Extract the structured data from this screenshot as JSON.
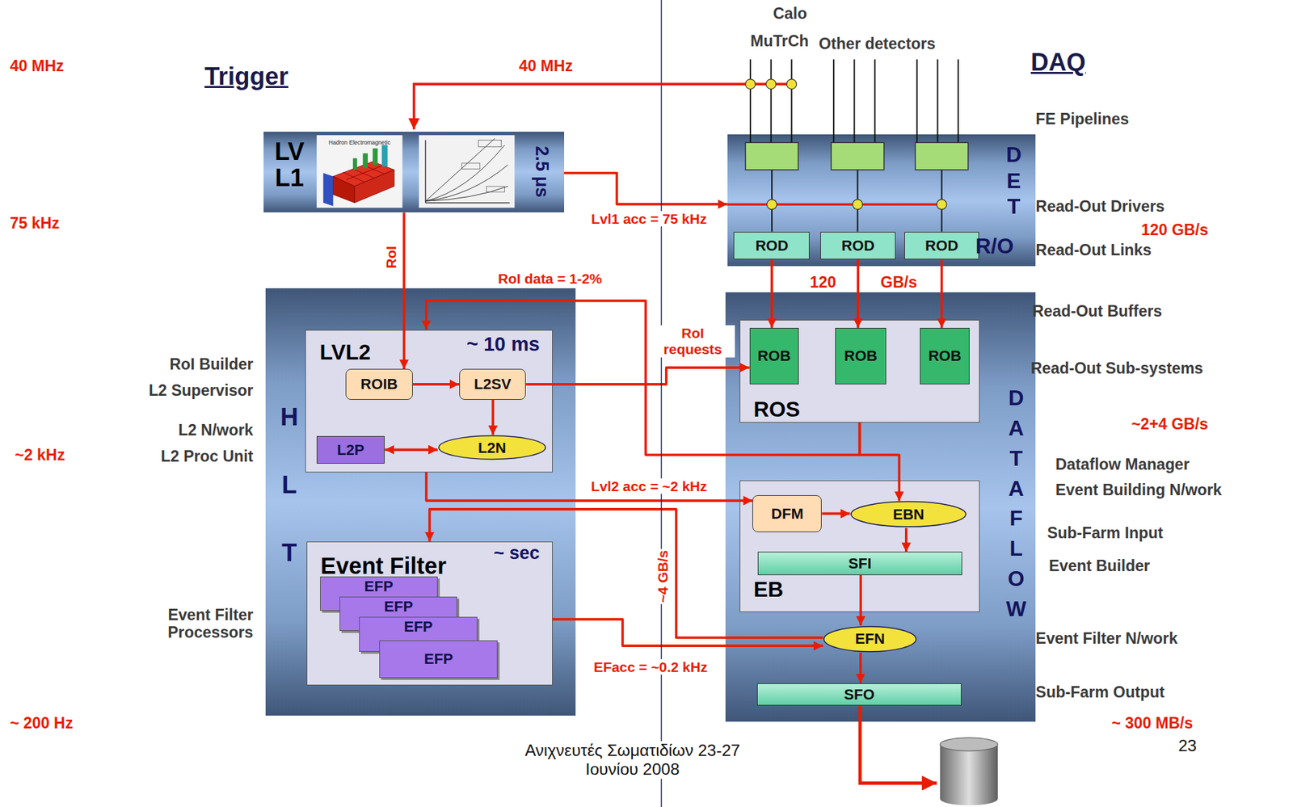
{
  "diagram": {
    "nodes": [
      {
        "text": [
          "LV L1",
          "2.5 μs"
        ]
      },
      {
        "text": [
          "H L T"
        ]
      },
      {
        "text": [
          "LVL2",
          "~ 10 ms"
        ],
        "in": 1
      },
      {
        "text": [
          "ROIB"
        ],
        "in": 2
      },
      {
        "text": [
          "L2SV"
        ],
        "in": 2
      },
      {
        "text": [
          "L2P"
        ],
        "in": 2
      },
      {
        "text": [
          "L2N"
        ],
        "in": 2
      },
      {
        "text": [
          "Event Filter",
          "~ sec"
        ],
        "in": 1
      },
      {
        "text": [
          "EFP"
        ],
        "in": 7
      },
      {
        "text": [
          "EFP"
        ],
        "in": 7
      },
      {
        "text": [
          "EFP"
        ],
        "in": 7
      },
      {
        "text": [
          "EFP"
        ],
        "in": 7
      },
      {
        "text": [
          "D E T",
          "R/O"
        ]
      },
      {
        "text": [
          "ROD"
        ],
        "in": 12
      },
      {
        "text": [
          "ROD"
        ],
        "in": 12
      },
      {
        "text": [
          "ROD"
        ],
        "in": 12
      },
      {
        "text": [
          "D A T A F L O W"
        ]
      },
      {
        "text": [
          "ROS"
        ],
        "in": 16
      },
      {
        "text": [
          "ROB"
        ],
        "in": 17
      },
      {
        "text": [
          "ROB"
        ],
        "in": 17
      },
      {
        "text": [
          "ROB"
        ],
        "in": 17
      },
      {
        "text": [
          "EB"
        ],
        "in": 16
      },
      {
        "text": [
          "DFM"
        ],
        "in": 21
      },
      {
        "text": [
          "EBN"
        ],
        "in": 21
      },
      {
        "text": [
          "SFI"
        ],
        "in": 21
      },
      {
        "text": [
          "EFN"
        ],
        "in": 16
      },
      {
        "text": [
          "SFO"
        ],
        "in": 16
      }
    ],
    "edges": [
      {
        "from": 0,
        "to": 12,
        "arrow": "to",
        "label": "Lvl1 acc = 75 kHz"
      },
      {
        "from": 0,
        "to": 3,
        "arrow": "to",
        "label": "RoI"
      },
      {
        "from": 13,
        "to": 18,
        "arrow": "to"
      },
      {
        "from": 14,
        "to": 19,
        "arrow": "to"
      },
      {
        "from": 15,
        "to": 20,
        "arrow": "to"
      },
      {
        "from": 3,
        "to": 4,
        "arrow": "to"
      },
      {
        "from": 4,
        "to": 6,
        "arrow": "to"
      },
      {
        "from": 5,
        "to": 6,
        "arrow": "both"
      },
      {
        "from": 4,
        "to": 18,
        "arrow": "to",
        "label": "RoI requests"
      },
      {
        "from": 17,
        "to": 2,
        "arrow": "to",
        "label": "RoI data = 1-2%"
      },
      {
        "from": 17,
        "to": 23,
        "arrow": "to"
      },
      {
        "from": 2,
        "to": 22,
        "arrow": "to",
        "label": "Lvl2 acc = ~2 kHz"
      },
      {
        "from": 22,
        "to": 23,
        "arrow": "to"
      },
      {
        "from": 23,
        "to": 24,
        "arrow": "to"
      },
      {
        "from": 24,
        "to": 25,
        "arrow": "to"
      },
      {
        "from": 25,
        "to": 7,
        "arrow": "to",
        "label": "~4 GB/s"
      },
      {
        "from": 7,
        "to": 25,
        "arrow": "to",
        "label": "EFacc = ~0.2 kHz"
      },
      {
        "from": 25,
        "to": 26,
        "arrow": "to"
      }
    ],
    "labels": [
      "40 MHz",
      "Trigger",
      "40 MHz",
      "Calo",
      "MuTrCh",
      "Other detectors",
      "DAQ",
      "FE Pipelines",
      "75 kHz",
      "Read-Out Drivers",
      "120 GB/s",
      "Read-Out Links",
      "120",
      "GB/s",
      "Read-Out Buffers",
      "RoI Builder",
      "L2 Supervisor",
      "Read-Out Sub-systems",
      "L2 N/work",
      "L2 Proc Unit",
      "~2 kHz",
      "~2+4 GB/s",
      "Dataflow Manager",
      "Event Building N/work",
      "Sub-Farm Input",
      "Event Builder",
      "Event Filter Processors",
      "Event Filter N/work",
      "Sub-Farm Output",
      "~ 200 Hz",
      "~ 300 MB/s",
      "Ανιχνευτές Σωματιδίων 23-27 Ιουνίου 2008",
      "23",
      "Hadron Electromagnetic"
    ]
  }
}
